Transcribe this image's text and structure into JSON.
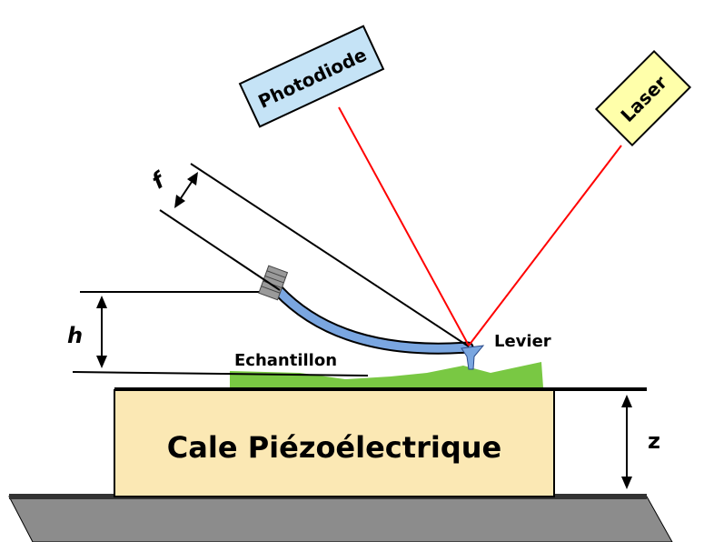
{
  "labels": {
    "photodiode": "Photodiode",
    "laser": "Laser",
    "f": "f",
    "h": "h",
    "levier": "Levier",
    "echantillon": "Echantillon",
    "cale": "Cale Piézoélectrique",
    "z": "z"
  },
  "colors": {
    "photodiode_fill": "#c5e3f6",
    "laser_fill": "#ffffaa",
    "beam": "#ff0000",
    "cantilever": "#7aa6e0",
    "sample": "#79c843",
    "piezo_fill": "#fbe8b4",
    "base_fill": "#8c8c8c"
  }
}
